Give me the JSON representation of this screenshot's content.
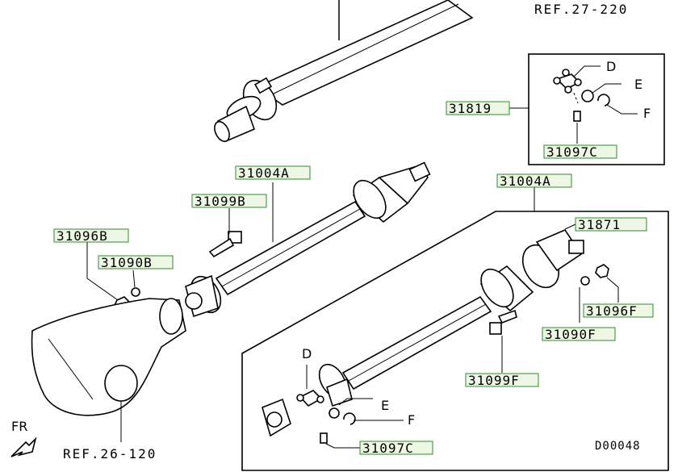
{
  "refs": {
    "top_right": "REF.27-220",
    "bottom_left": "REF.26-120",
    "diagram_code": "D00048",
    "front_marker": "FR"
  },
  "parts": {
    "p31819": "31819",
    "p31097c_top": "31097C",
    "p31004a_left": "31004A",
    "p31004a_right": "31004A",
    "p31099b": "31099B",
    "p31096b": "31096B",
    "p31090b": "31090B",
    "p31871": "31871",
    "p31096f": "31096F",
    "p31090f": "31090F",
    "p31099f": "31099F",
    "p31097c_bottom": "31097C"
  },
  "letters": {
    "d_top": "D",
    "e_top": "E",
    "f_top": "F",
    "d_bottom": "D",
    "e_bottom": "E",
    "f_bottom": "F"
  }
}
